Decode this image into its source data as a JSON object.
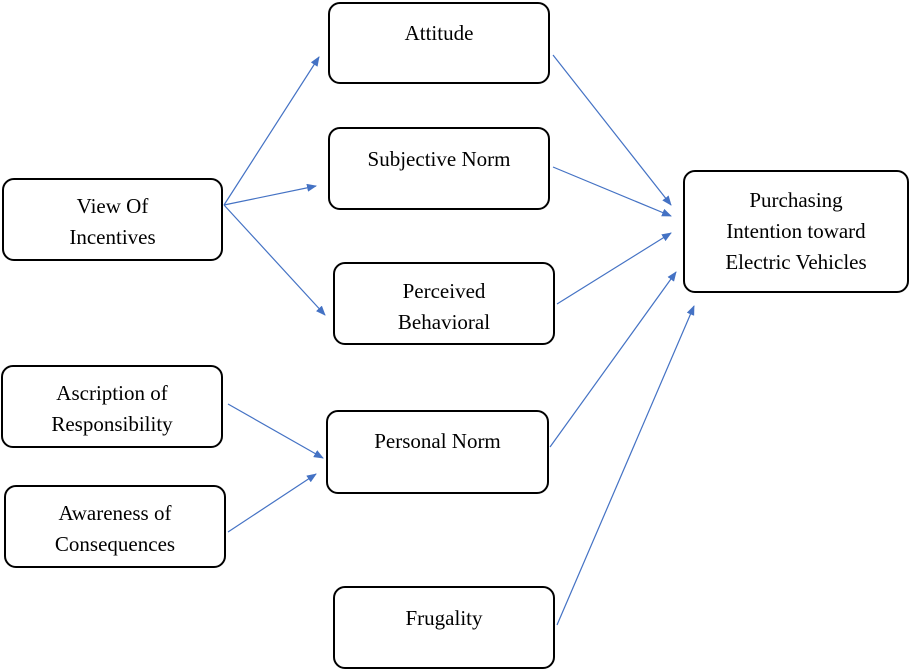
{
  "colors": {
    "arrow": "#4472c4",
    "box_border": "#000000",
    "text": "#000000"
  },
  "nodes": {
    "view_of_incentives": {
      "line1": "View Of",
      "line2": "Incentives"
    },
    "attitude": {
      "line1": "Attitude"
    },
    "subjective_norm": {
      "line1": "Subjective Norm"
    },
    "perceived_behavioral": {
      "line1": "Perceived",
      "line2": "Behavioral"
    },
    "ascription_of_responsibility": {
      "line1": "Ascription of",
      "line2": "Responsibility"
    },
    "awareness_of_consequences": {
      "line1": "Awareness of",
      "line2": "Consequences"
    },
    "personal_norm": {
      "line1": "Personal Norm"
    },
    "frugality": {
      "line1": "Frugality"
    },
    "purchasing_intention": {
      "line1": "Purchasing",
      "line2": "Intention toward",
      "line3": "Electric Vehicles"
    }
  },
  "edges": [
    {
      "from": "view_of_incentives",
      "to": "attitude"
    },
    {
      "from": "view_of_incentives",
      "to": "subjective_norm"
    },
    {
      "from": "view_of_incentives",
      "to": "perceived_behavioral"
    },
    {
      "from": "ascription_of_responsibility",
      "to": "personal_norm"
    },
    {
      "from": "awareness_of_consequences",
      "to": "personal_norm"
    },
    {
      "from": "attitude",
      "to": "purchasing_intention"
    },
    {
      "from": "subjective_norm",
      "to": "purchasing_intention"
    },
    {
      "from": "perceived_behavioral",
      "to": "purchasing_intention"
    },
    {
      "from": "personal_norm",
      "to": "purchasing_intention"
    },
    {
      "from": "frugality",
      "to": "purchasing_intention"
    }
  ]
}
